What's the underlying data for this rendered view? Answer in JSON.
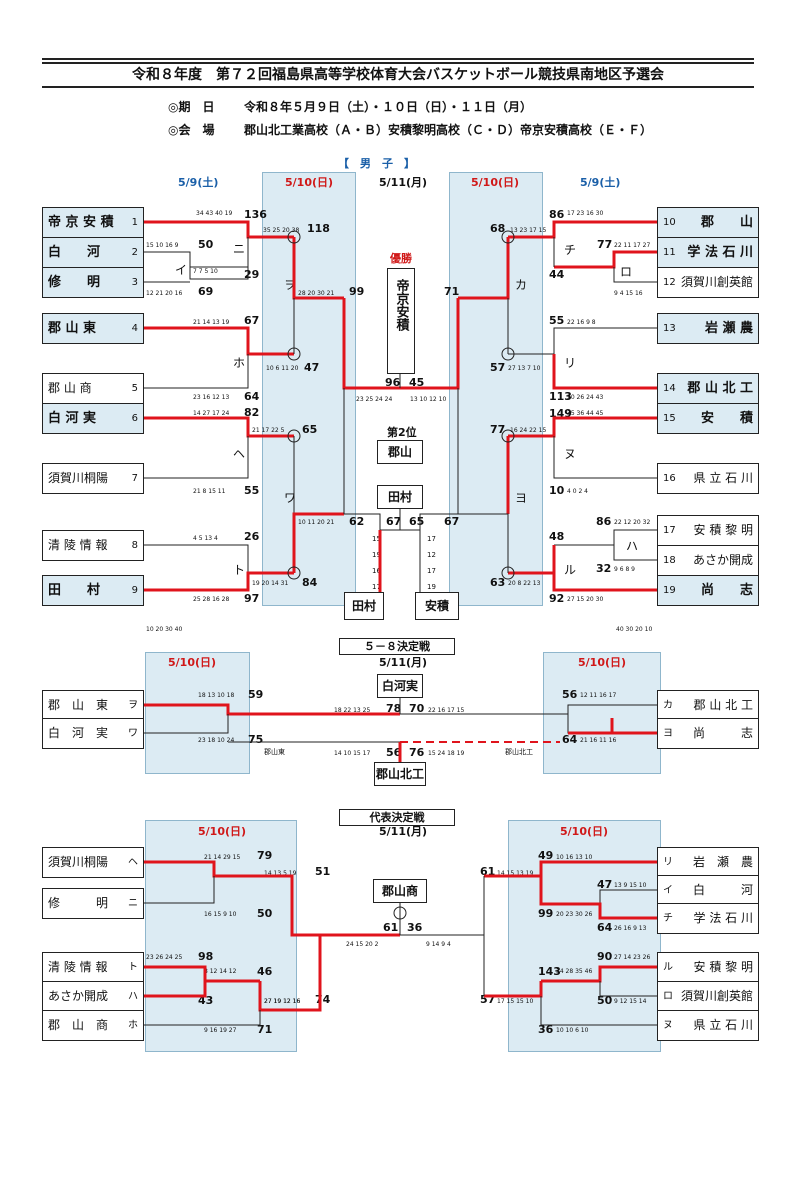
{
  "header": {
    "title": "令和８年度　第７２回福島県高等学校体育大会バスケットボール競技県南地区予選会",
    "period_label": "◎期　日",
    "period_value": "令和８年５月９日（土）・１０日（日）・１１日（月）",
    "venue_label": "◎会　場",
    "venue_value": "郡山北工業高校（Ａ・Ｂ）安積黎明高校（Ｃ・Ｄ）帝京安積高校（Ｅ・Ｆ）"
  },
  "section1": {
    "gender": "【　男　子　】",
    "dates": {
      "d1": "5/9(土)",
      "d2": "5/10(日)",
      "d3": "5/11(月)"
    },
    "champion_label": "優勝",
    "champion": "帝京安積",
    "second_label": "第2位",
    "second": "郡山",
    "third_a": "田村",
    "third_b": "安積",
    "third_c": "田村",
    "left_teams": [
      {
        "num": "1",
        "name": "帝 京 安 積"
      },
      {
        "num": "2",
        "name": "白　　河"
      },
      {
        "num": "3",
        "name": "修　　明"
      },
      {
        "num": "4",
        "name": "郡 山 東"
      },
      {
        "num": "5",
        "name": "郡 山 商"
      },
      {
        "num": "6",
        "name": "白 河 実"
      },
      {
        "num": "7",
        "name": "須賀川桐陽"
      },
      {
        "num": "8",
        "name": "清 陵 情 報"
      },
      {
        "num": "9",
        "name": "田　　村"
      }
    ],
    "right_teams": [
      {
        "num": "10",
        "name": "郡　　山"
      },
      {
        "num": "11",
        "name": "学 法 石 川"
      },
      {
        "num": "12",
        "name": "須賀川創英館"
      },
      {
        "num": "13",
        "name": "岩 瀬 農"
      },
      {
        "num": "14",
        "name": "郡 山 北 工"
      },
      {
        "num": "15",
        "name": "安　　積"
      },
      {
        "num": "16",
        "name": "県 立 石 川"
      },
      {
        "num": "17",
        "name": "安 積 黎 明"
      },
      {
        "num": "18",
        "name": "あさか開成"
      },
      {
        "num": "19",
        "name": "尚　　志"
      }
    ],
    "kana": {
      "i": "イ",
      "ni": "ニ",
      "ho": "ホ",
      "he": "ヘ",
      "to": "ト",
      "chi": "チ",
      "ro": "ロ",
      "ha": "ハ",
      "ri": "リ",
      "nu": "ヌ",
      "ru": "ル",
      "wo": "ヲ",
      "wa": "ワ",
      "ka": "カ",
      "yo": "ヨ"
    },
    "scores": {
      "s1": "136",
      "s1q": "34 43 40 19",
      "s1b": "118",
      "s1bq": "35 25 20 38",
      "s2": "50",
      "s2q": "15 10 16 9",
      "s3": "69",
      "s3q": "12 21 20 16",
      "s3b": "29",
      "s3bq": "7 7 5 10",
      "s4": "67",
      "s4q": "21 14 13 19",
      "s4b": "47",
      "s4bq": "10 6 11 20",
      "s5": "64",
      "s5q": "23 16 12 13",
      "s6": "82",
      "s6q": "14 27 17 24",
      "s6b": "65",
      "s6bq": "21 17 22 5",
      "s7": "55",
      "s7q": "21 8 15 11",
      "s8": "26",
      "s8q": "4 5 13 4",
      "s9": "97",
      "s9q": "25 28 16 28",
      "s9b": "84",
      "s9bq": "19 20 14 31",
      "wo": "99",
      "woq": "28 20 30 21",
      "wa": "62",
      "waq": "10 11 20 21",
      "final_l": "96",
      "final_r": "45",
      "final_lq": "23 25 24 24",
      "final_rq": "13 10 12 10",
      "s10": "86",
      "s10q": "17 23 16 30",
      "s10b": "68",
      "s10bq": "13 23 17 15",
      "s11": "77",
      "s11q": "22 11 17 27",
      "s12": "44",
      "s12q": "9 4 15 16",
      "s11b": "44",
      "s13": "55",
      "s13q": "22 16 9 8",
      "s14": "113",
      "s14q": "20 26 24 43",
      "s14b": "57",
      "s14bq": "27 13 7 10",
      "s15": "149",
      "s15q": "35 36 44 45",
      "s15b": "77",
      "s15bq": "16 24 22 15",
      "s16": "10",
      "s16q": "4 0 2 4",
      "s17": "86",
      "s17q": "22 12 20 32",
      "s17b": "48",
      "s18": "32",
      "s18q": "9 6 8 9",
      "s19": "92",
      "s19q": "27 15 20 30",
      "s19b": "63",
      "s19bq": "20 8 22 13",
      "ka": "71",
      "yo": "67",
      "semi_l": "67",
      "semi_r": "65",
      "semi_lq": "15 19 16 17",
      "semi_rq": "17 12 17 19",
      "foot_l": "10 20 30 40",
      "foot_r": "40 30 20 10"
    }
  },
  "section2": {
    "title": "５－８決定戦",
    "dates": {
      "d2": "5/10(日)",
      "d3": "5/11(月)"
    },
    "winner_box": "白河実",
    "loser_box": "郡山北工",
    "left_teams": [
      {
        "name": "郡　山　東",
        "kana": "ヲ"
      },
      {
        "name": "白　河　実",
        "kana": "ワ"
      }
    ],
    "right_teams": [
      {
        "name": "郡 山 北 工",
        "kana": "カ"
      },
      {
        "name": "尚　　　志",
        "kana": "ヨ"
      }
    ],
    "scores": {
      "a": "59",
      "aq": "18 13 10 18",
      "b": "75",
      "bq": "23 18 10 24",
      "c": "78",
      "cq": "18 22 13 25",
      "d": "70",
      "dq": "22 16 17 15",
      "e": "56",
      "eq": "12 11 16 17",
      "f": "64",
      "fq": "21 16 11 16",
      "g": "56",
      "gq": "14 10 15 17",
      "h": "76",
      "hq": "15 24 18 19"
    },
    "sub_l": "郡山東",
    "sub_r": "郡山北工"
  },
  "section3": {
    "title": "代表決定戦",
    "dates": {
      "d2": "5/10(日)",
      "d3": "5/11(月)"
    },
    "winner_box": "郡山商",
    "left_teams": [
      {
        "name": "須賀川桐陽",
        "kana": "ヘ"
      },
      {
        "name": "修　　　明",
        "kana": "ニ"
      },
      {
        "name": "清 陵 情 報",
        "kana": "ト"
      },
      {
        "name": "あさか開成",
        "kana": "ハ"
      },
      {
        "name": "郡　山　商",
        "kana": "ホ"
      }
    ],
    "right_teams": [
      {
        "name": "岩　瀬　農",
        "kana": "リ"
      },
      {
        "name": "白　　　河",
        "kana": "イ"
      },
      {
        "name": "学 法 石 川",
        "kana": "チ"
      },
      {
        "name": "安 積 黎 明",
        "kana": "ル"
      },
      {
        "name": "須賀川創英館",
        "kana": "ロ"
      },
      {
        "name": "県 立 石 川",
        "kana": "ヌ"
      }
    ],
    "scores": {
      "a": "79",
      "aq": "21 14 29 15",
      "b": "50",
      "bq": "16 15 9 10",
      "c": "51",
      "cq": "14 13 5 19",
      "d": "98",
      "dq": "23 26 24 25",
      "e": "43",
      "eq": "8 12 14 12",
      "f": "46",
      "fq": "27 19 12 16",
      "g": "71",
      "gq": "9 16 19 27",
      "h": "74",
      "hq": "27 19 12 16",
      "i": "61",
      "iq": "24 15 20 2",
      "j": "36",
      "jq": "9 14 9 4",
      "k": "49",
      "kq": "10 16 13 10",
      "l": "47",
      "lq": "13 9 15 10",
      "m": "99",
      "mq": "20 23 30 26",
      "n": "64",
      "nq": "26 16 9 13",
      "o": "61",
      "oq": "14 15 13 19",
      "p": "90",
      "pq": "27 14 23 26",
      "q2": "50",
      "q2q": "9 12 15 14",
      "r": "143",
      "rq": "34 28 35 46",
      "s": "36",
      "sq": "10 10 6 10",
      "t": "57",
      "tq": "17 15 15 10"
    }
  },
  "colors": {
    "win_line": "#e0141c",
    "band": "#dcebf3",
    "team_blue": "#dcebf3",
    "date_red": "#d01818",
    "date_blue": "#1a5fa8"
  }
}
